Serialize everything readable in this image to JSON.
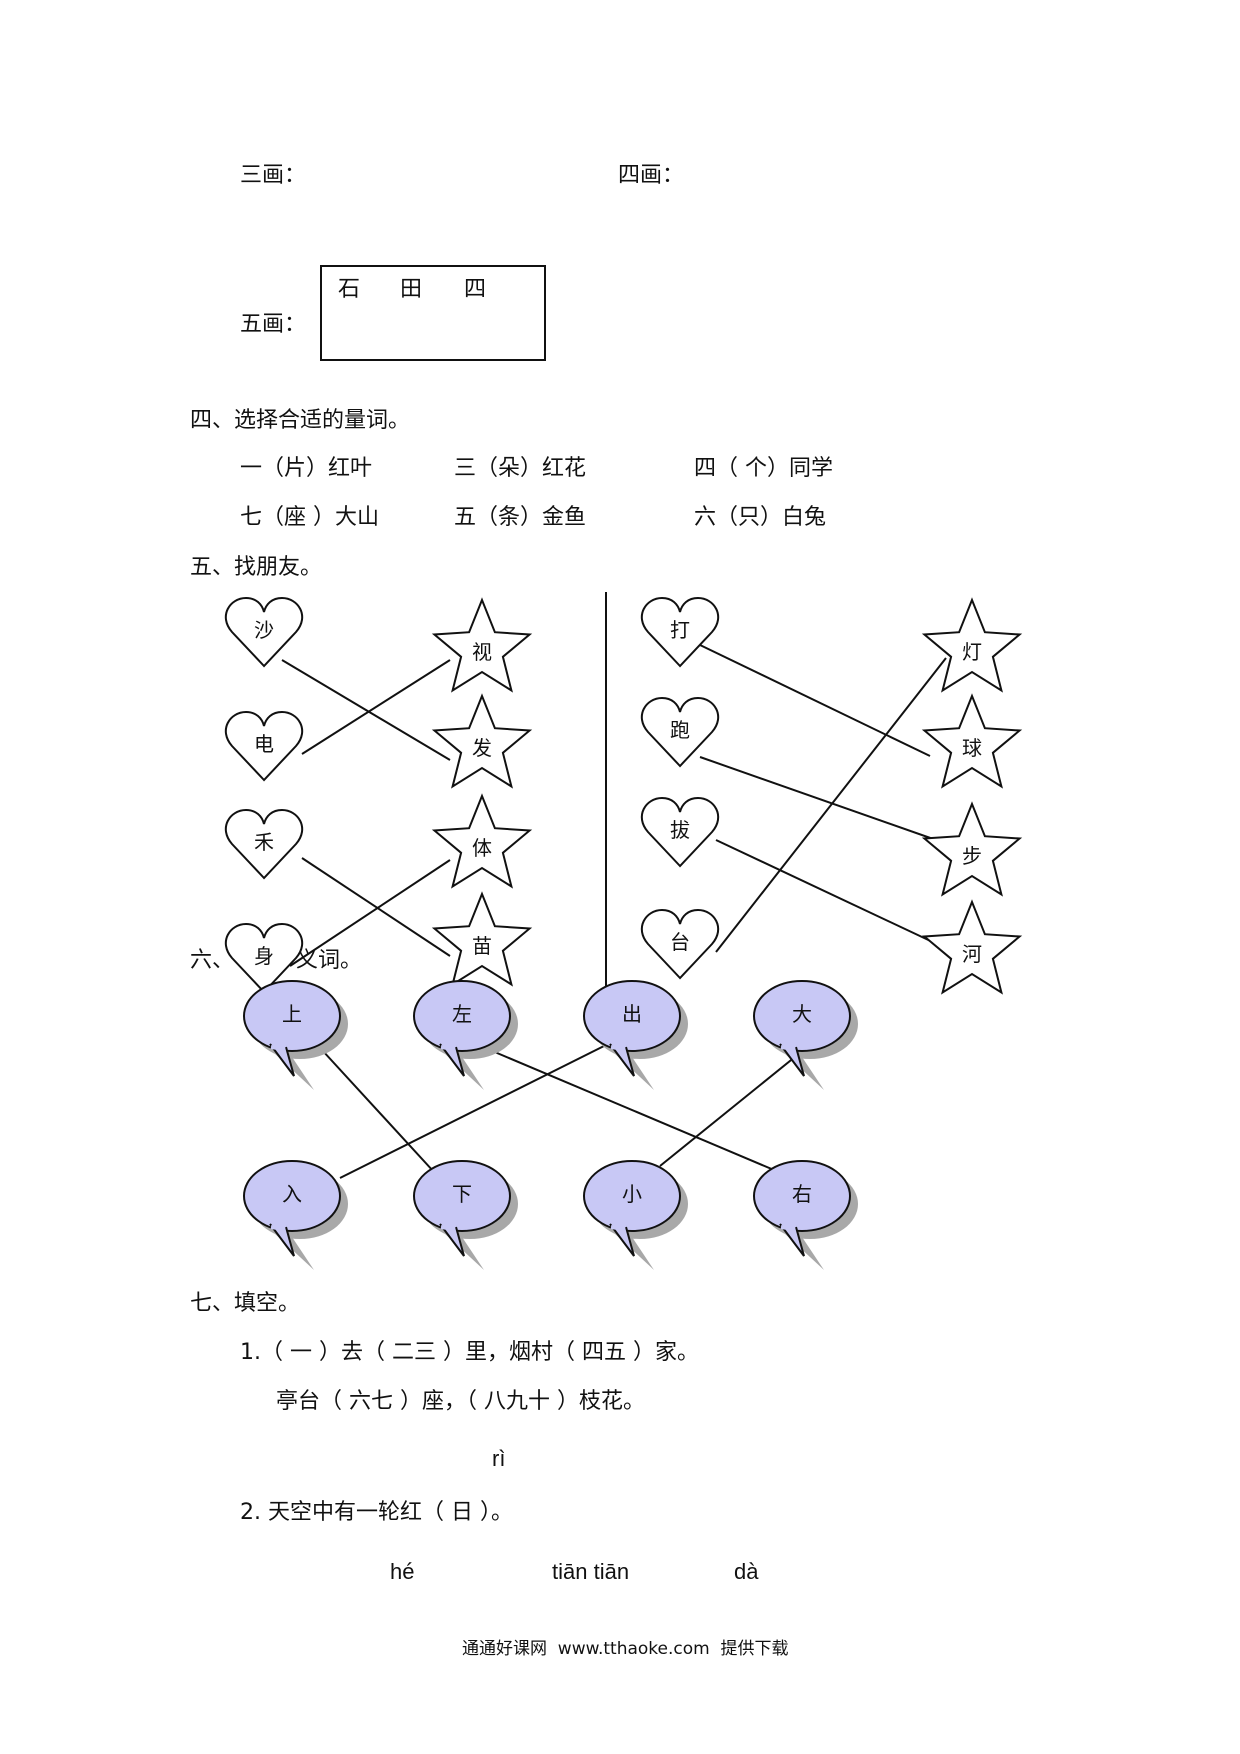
{
  "strokes": {
    "three_label": "三画：",
    "four_label": "四画：",
    "five_label": "五画：",
    "five_box_chars": [
      "石",
      "田",
      "四"
    ]
  },
  "section4": {
    "title": "四、选择合适的量词。",
    "row1": [
      "一（片）红叶",
      "三（朵）红花",
      "四（ 个）同学"
    ],
    "row2": [
      "七（座 ）大山",
      "五（条）金鱼",
      "六（只）白兔"
    ]
  },
  "section5": {
    "title": "五、找朋友。",
    "hearts_left": [
      "沙",
      "电",
      "禾",
      "身"
    ],
    "stars_left": [
      "视",
      "发",
      "体",
      "苗"
    ],
    "hearts_right": [
      "打",
      "跑",
      "拔",
      "台"
    ],
    "stars_right": [
      "灯",
      "球",
      "步",
      "河"
    ]
  },
  "section6": {
    "title_start": "六、",
    "title_end": "义词。",
    "top": [
      "上",
      "左",
      "出",
      "大"
    ],
    "bottom": [
      "入",
      "下",
      "小",
      "右"
    ]
  },
  "section7": {
    "title": "七、填空。",
    "line1": "1.（ 一 ）去（ 二三 ）里，烟村（ 四五 ）家。",
    "line2": "亭台（ 六七 ）座，（ 八九十 ）枝花。",
    "pinyin_ri": "rì",
    "line3": "2. 天空中有一轮红（ 日 ）。",
    "pinyin_he": "hé",
    "pinyin_tiantian": "tiān tiān",
    "pinyin_da": "dà"
  },
  "footer": "通通好课网  www.tthaoke.com  提供下载",
  "colors": {
    "bubble_fill": "#c8c8f5",
    "bubble_shadow": "#a8a8a8",
    "ink": "#111111"
  }
}
